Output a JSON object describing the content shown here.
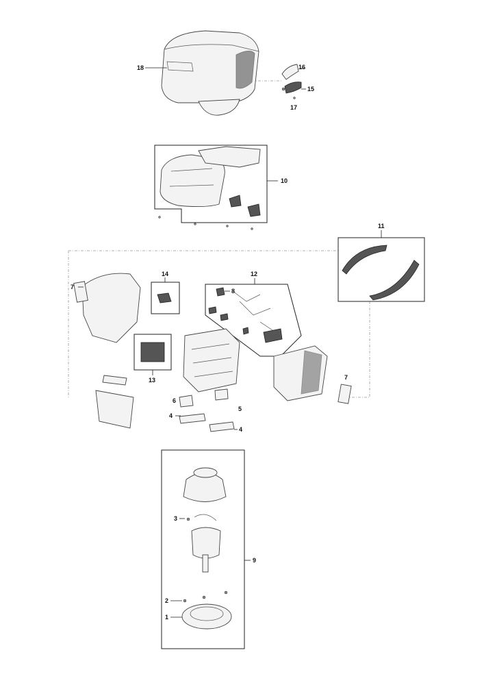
{
  "diagram": {
    "callouts": {
      "c18": "18",
      "c16": "16",
      "c15": "15",
      "c17": "17",
      "c10": "10",
      "c11": "11",
      "c7a": "7",
      "c14": "14",
      "c12": "12",
      "c8": "8",
      "c13": "13",
      "c6": "6",
      "c5": "5",
      "c4a": "4",
      "c4b": "4",
      "c7b": "7",
      "c3": "3",
      "c9": "9",
      "c2": "2",
      "c1": "1"
    }
  }
}
